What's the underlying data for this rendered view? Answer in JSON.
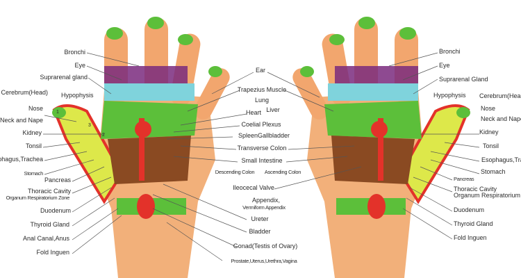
{
  "title": "Hand Reflexology Chart",
  "left_hand_labels": {
    "bronchi": "Bronchi",
    "eye": "Eye",
    "suprarenal": "Suprarenal gland",
    "cerebrum": "Cerebrum(Head)",
    "hypophysis": "Hypophysis",
    "nose": "Nose",
    "neck": "Neck and Nape",
    "kidney": "Kidney",
    "tonsil": "Tonsil",
    "esophagus": "Esophagus,Trachea",
    "stomach": "Stomach",
    "pancreas": "Pancreas",
    "thoracic": "Thoracic Cavity",
    "organum": "Organum Respiratorium Zone",
    "duodenum": "Duodenum",
    "thyroid": "Thyroid Gland",
    "anal": "Anal Canal,Anus",
    "fold": "Fold Inguen"
  },
  "center_labels": {
    "ear": "Ear",
    "trapezius": "Trapezius Muscle",
    "lung": "Lung",
    "heart": "Heart",
    "liver": "Liver",
    "coelial": "Coelial Plexus",
    "spleen": "Spleen",
    "gallbladder": "Gallbladder",
    "transverse": "Transverse Colon",
    "small_intestine": "Small Intestine",
    "descending": "Descending Colon",
    "ascending": "Ascending Colon",
    "ileocecal": "Ileocecal Valve",
    "appendix": "Appendix,",
    "vermiform": "Vermiform Appendix",
    "ureter": "Ureter",
    "bladder": "Bladder",
    "gonad": "Gonad(Testis of Ovary)",
    "prostate": "Prostate,Uterus,Urethra,Vagina"
  },
  "right_hand_labels": {
    "bronchi": "Bronchi",
    "eye": "Eye",
    "suprarenal": "Suprarenal Gland",
    "hypophysis": "Hypophysis",
    "cerebrum": "Cerebrum(Head",
    "nose": "Nose",
    "neck": "Neck and Nape",
    "kidney": "Kidney",
    "tonsil": "Tonsil",
    "esophagus": "Esophagus,Trac",
    "stomach": "Stomach",
    "pancreas": "Pancreas",
    "thoracic": "Thoracic Cavity",
    "organum": "Organum Respiratorium Z",
    "duodenum": "Duodenum",
    "thyroid": "Thyroid Gland",
    "fold": "Fold Inguen"
  },
  "zone_numbers": {
    "one": "1",
    "two": "2",
    "three": "3"
  },
  "colors": {
    "skin": "#f2a66e",
    "green": "#5cbf3a",
    "yellow": "#dde84a",
    "red": "#e3322a",
    "purple": "#7a2a7e",
    "cyan": "#7fd3dc",
    "brown": "#8a4a22"
  }
}
